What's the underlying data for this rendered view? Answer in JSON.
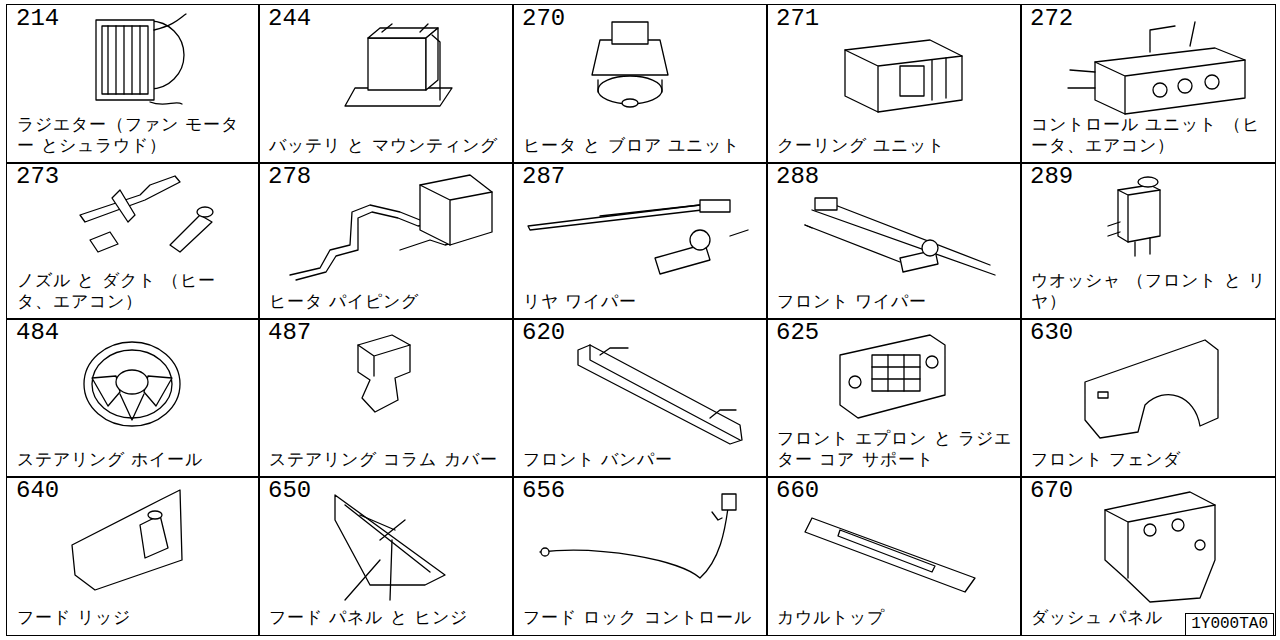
{
  "diagram": {
    "nodes": [
      {
        "text": [
          "214",
          "ラジエター（ファン モーター とシュラウド）"
        ]
      },
      {
        "text": [
          "244",
          "バッテリ と マウンティング"
        ]
      },
      {
        "text": [
          "270",
          "ヒータ と ブロア ユニット"
        ]
      },
      {
        "text": [
          "271",
          "クーリング ユニット"
        ]
      },
      {
        "text": [
          "272",
          "コントロール ユニット （ヒータ、エアコン）"
        ]
      },
      {
        "text": [
          "273",
          "ノズル と ダクト （ヒータ、エアコン）"
        ]
      },
      {
        "text": [
          "278",
          "ヒータ パイピング"
        ]
      },
      {
        "text": [
          "287",
          "リヤ ワイパー"
        ]
      },
      {
        "text": [
          "288",
          "フロント ワイパー"
        ]
      },
      {
        "text": [
          "289",
          "ウオッシャ （フロント と リヤ）"
        ]
      },
      {
        "text": [
          "484",
          "ステアリング ホイール"
        ]
      },
      {
        "text": [
          "487",
          "ステアリング コラム カバー"
        ]
      },
      {
        "text": [
          "620",
          "フロント バンパー"
        ]
      },
      {
        "text": [
          "625",
          "フロント エプロン と ラジエター コア サポート"
        ]
      },
      {
        "text": [
          "630",
          "フロント フェンダ"
        ]
      },
      {
        "text": [
          "640",
          "フード リッジ"
        ]
      },
      {
        "text": [
          "650",
          "フード パネル と ヒンジ"
        ]
      },
      {
        "text": [
          "656",
          "フード ロック コントロール"
        ]
      },
      {
        "text": [
          "660",
          "カウルトップ"
        ]
      },
      {
        "text": [
          "670",
          "ダッシュ パネル"
        ]
      }
    ],
    "labels": [
      "1Y000TA0"
    ]
  }
}
